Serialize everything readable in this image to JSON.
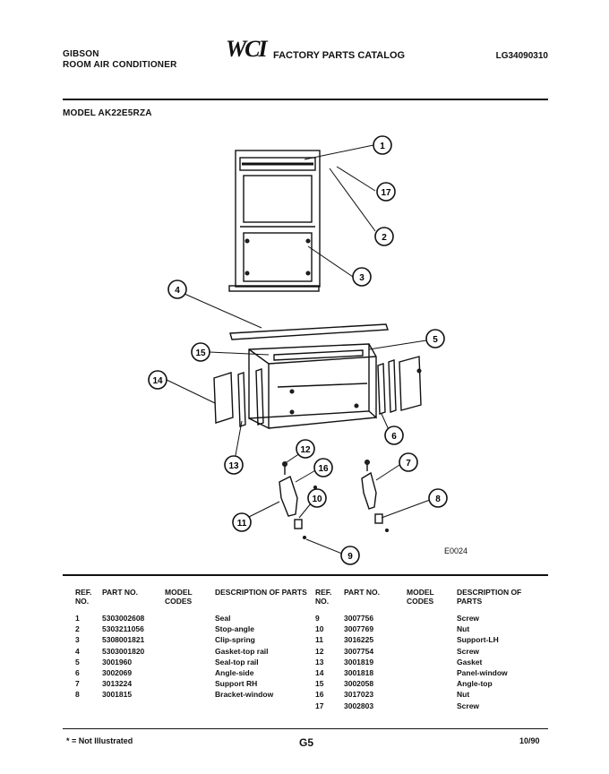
{
  "header": {
    "brand": "GIBSON",
    "product": "ROOM AIR CONDITIONER",
    "logo": "WCI",
    "catalog_title": "FACTORY PARTS CATALOG",
    "doc_number": "LG34090310",
    "model_label": "MODEL AK22E5RZA"
  },
  "diagram": {
    "figure_code": "E0024",
    "callouts": [
      "1",
      "2",
      "3",
      "4",
      "5",
      "6",
      "7",
      "8",
      "9",
      "10",
      "11",
      "12",
      "13",
      "14",
      "15",
      "16",
      "17"
    ]
  },
  "table": {
    "headers": {
      "ref": "REF. NO.",
      "part": "PART NO.",
      "model": "MODEL CODES",
      "desc": "DESCRIPTION OF PARTS"
    },
    "left": [
      {
        "ref": "1",
        "part": "5303002608",
        "code": "",
        "desc": "Seal"
      },
      {
        "ref": "2",
        "part": "5303211056",
        "code": "",
        "desc": "Stop-angle"
      },
      {
        "ref": "3",
        "part": "5308001821",
        "code": "",
        "desc": "Clip-spring"
      },
      {
        "ref": "4",
        "part": "5303001820",
        "code": "",
        "desc": "Gasket-top rail"
      },
      {
        "ref": "5",
        "part": "3001960",
        "code": "",
        "desc": "Seal-top rail"
      },
      {
        "ref": "6",
        "part": "3002069",
        "code": "",
        "desc": "Angle-side"
      },
      {
        "ref": "7",
        "part": "3013224",
        "code": "",
        "desc": "Support RH"
      },
      {
        "ref": "8",
        "part": "3001815",
        "code": "",
        "desc": "Bracket-window"
      }
    ],
    "right": [
      {
        "ref": "9",
        "part": "3007756",
        "code": "",
        "desc": "Screw"
      },
      {
        "ref": "10",
        "part": "3007769",
        "code": "",
        "desc": "Nut"
      },
      {
        "ref": "11",
        "part": "3016225",
        "code": "",
        "desc": "Support-LH"
      },
      {
        "ref": "12",
        "part": "3007754",
        "code": "",
        "desc": "Screw"
      },
      {
        "ref": "13",
        "part": "3001819",
        "code": "",
        "desc": "Gasket"
      },
      {
        "ref": "14",
        "part": "3001818",
        "code": "",
        "desc": "Panel-window"
      },
      {
        "ref": "15",
        "part": "3002058",
        "code": "",
        "desc": "Angle-top"
      },
      {
        "ref": "16",
        "part": "3017023",
        "code": "",
        "desc": "Nut"
      },
      {
        "ref": "17",
        "part": "3002803",
        "code": "",
        "desc": "Screw"
      }
    ]
  },
  "footer": {
    "note": "* = Not Illustrated",
    "page": "G5",
    "date": "10/90"
  }
}
